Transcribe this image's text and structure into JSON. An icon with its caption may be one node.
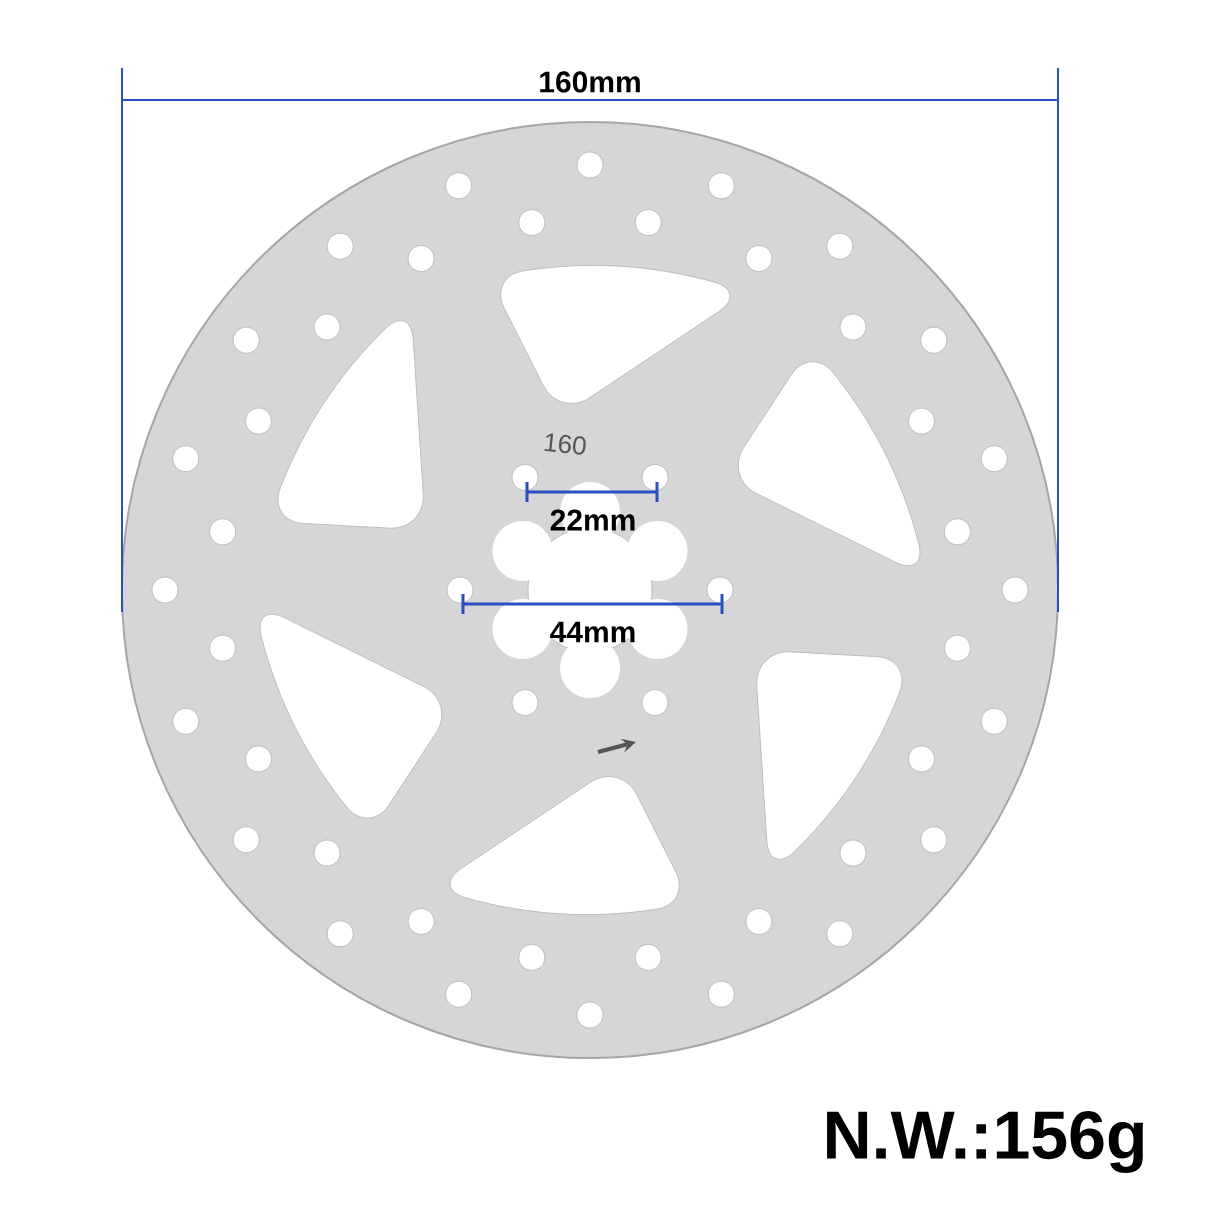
{
  "diagram": {
    "labels": [
      "160mm",
      "160",
      "22mm",
      "44mm",
      "N.W.:156g"
    ]
  }
}
